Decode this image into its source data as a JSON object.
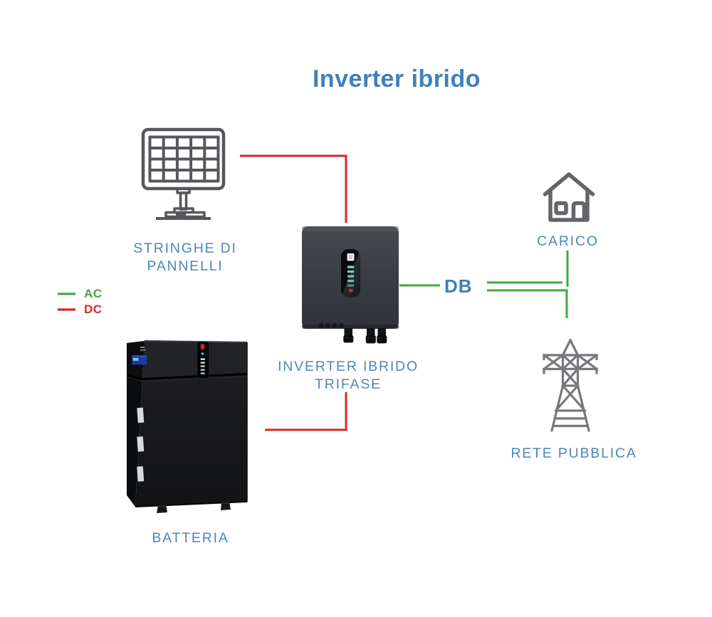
{
  "title": "Inverter ibrido",
  "colors": {
    "ac_green": "#3daa3c",
    "dc_red": "#d6282b",
    "label_blue": "#4e86b7",
    "title_blue": "#3f80ba",
    "icon_gray": "#606266"
  },
  "legend": {
    "ac": "AC",
    "dc": "DC"
  },
  "nodes": {
    "panels": {
      "label_line1": "STRINGHE DI",
      "label_line2": "PANNELLI"
    },
    "inverter": {
      "label_line1": "INVERTER IBRIDO",
      "label_line2": "TRIFASE"
    },
    "battery": {
      "label": "BATTERIA"
    },
    "db": {
      "label": "DB"
    },
    "load": {
      "label": "CARICO"
    },
    "grid": {
      "label": "RETE PUBBLICA"
    }
  },
  "connections": [
    {
      "from": "STRINGHE DI PANNELLI",
      "to": "INVERTER IBRIDO TRIFASE",
      "type": "DC"
    },
    {
      "from": "BATTERIA",
      "to": "INVERTER IBRIDO TRIFASE",
      "type": "DC"
    },
    {
      "from": "INVERTER IBRIDO TRIFASE",
      "to": "DB",
      "type": "AC"
    },
    {
      "from": "DB",
      "to": "CARICO",
      "type": "AC"
    },
    {
      "from": "DB",
      "to": "RETE PUBBLICA",
      "type": "AC"
    }
  ]
}
